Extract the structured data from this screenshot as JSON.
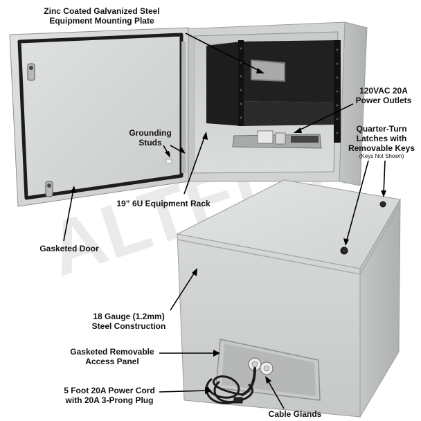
{
  "labels": {
    "mounting_plate": [
      "Zinc Coated Galvanized Steel",
      "Equipment Mounting Plate"
    ],
    "power_outlets": [
      "120VAC 20A",
      "Power Outlets"
    ],
    "latches": [
      "Quarter-Turn",
      "Latches with",
      "Removable Keys"
    ],
    "keys_note": "(Keys Not Shown)",
    "grounding_studs": [
      "Grounding",
      "Studs"
    ],
    "rack": "19” 6U Equipment Rack",
    "gasketed_door": "Gasketed Door",
    "steel": [
      "18 Gauge (1.2mm)",
      "Steel Construction"
    ],
    "access_panel": [
      "Gasketed Removable",
      "Access Panel"
    ],
    "power_cord": [
      "5 Foot 20A Power Cord",
      "with 20A 3-Prong Plug"
    ],
    "cable_glands": "Cable Glands"
  },
  "watermark": "ALTELIX",
  "colors": {
    "enclosure": "#d9dcda",
    "enclosure_shade": "#c4c7c5",
    "gasket": "#1c1c1c",
    "rack": "#1a1a1a",
    "label_text": "#111111"
  }
}
